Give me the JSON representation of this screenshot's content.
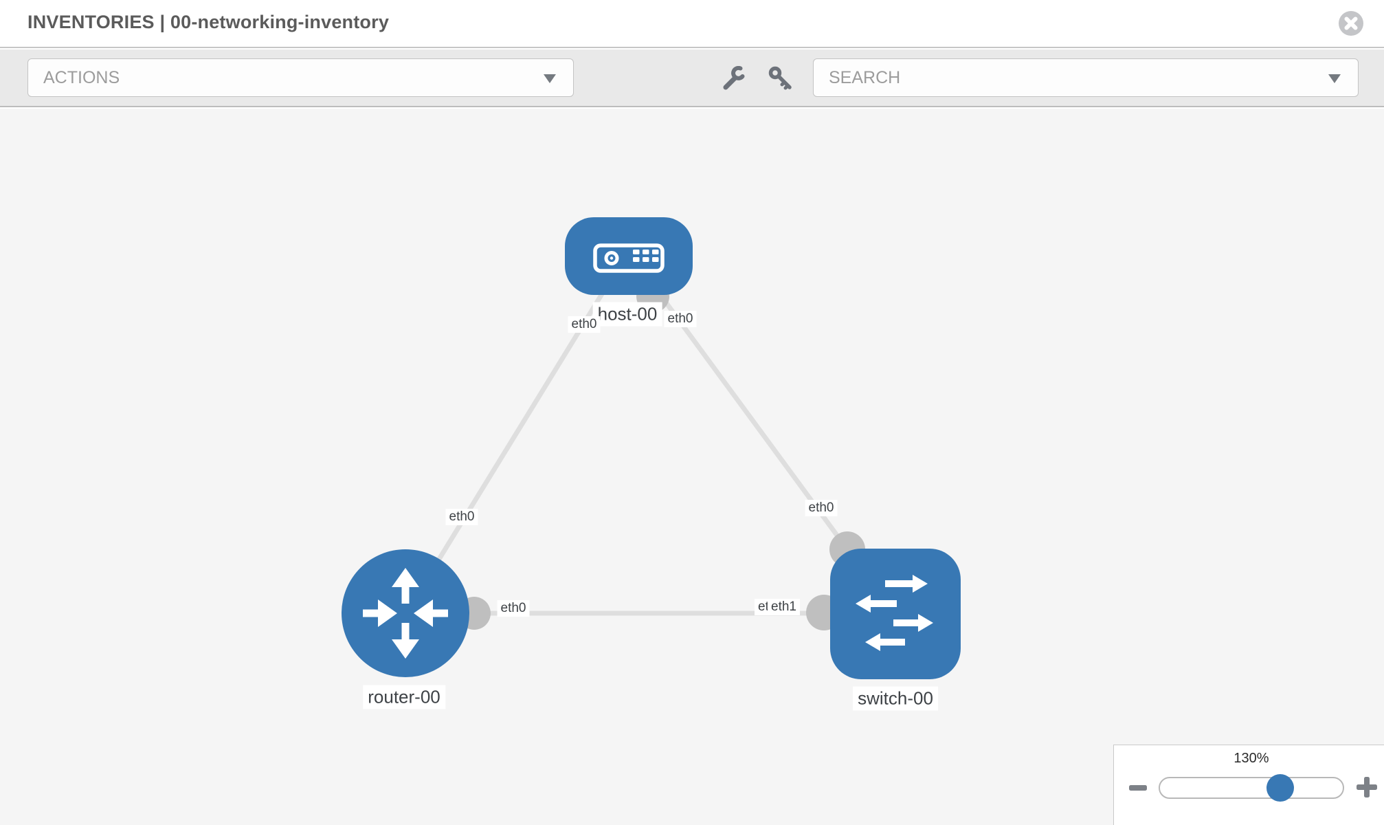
{
  "header": {
    "title": "INVENTORIES | 00-networking-inventory",
    "close_icon": "circle-x-icon"
  },
  "toolbar": {
    "actions": {
      "label": "ACTIONS",
      "chevron_icon": "chevron-down-icon"
    },
    "tools": [
      {
        "icon": "wrench-icon"
      },
      {
        "icon": "key-icon"
      }
    ],
    "search": {
      "label": "SEARCH",
      "chevron_icon": "chevron-down-icon"
    }
  },
  "canvas": {
    "nodes": [
      {
        "id": "host-00",
        "label": "host-00",
        "type": "host",
        "shape": "rounded-rect",
        "icon": "server-icon"
      },
      {
        "id": "router-00",
        "label": "router-00",
        "type": "router",
        "shape": "circle",
        "icon": "router-arrows-icon"
      },
      {
        "id": "switch-00",
        "label": "switch-00",
        "type": "switch",
        "shape": "rounded-square",
        "icon": "switch-arrows-icon"
      }
    ],
    "links": [
      {
        "source": "host-00",
        "target": "router-00",
        "source_interface": "eth0",
        "target_interface": "eth0"
      },
      {
        "source": "host-00",
        "target": "switch-00",
        "source_interface": "eth0",
        "target_interface": "eth0"
      },
      {
        "source": "router-00",
        "target": "switch-00",
        "source_interface": "eth0",
        "target_interface": "eth1",
        "target_interface_overlapped": "eth0"
      }
    ],
    "zoom_control": {
      "value": "130%",
      "slider_percent": 65,
      "minus_icon": "minus-icon",
      "plus_icon": "plus-icon"
    }
  },
  "colors": {
    "node_blue": "#3878b4",
    "edge_gray": "#dedede",
    "connector_gray": "#bfbfbf",
    "toolbar_bg": "#e9e9e9",
    "canvas_bg": "#f5f5f5"
  }
}
